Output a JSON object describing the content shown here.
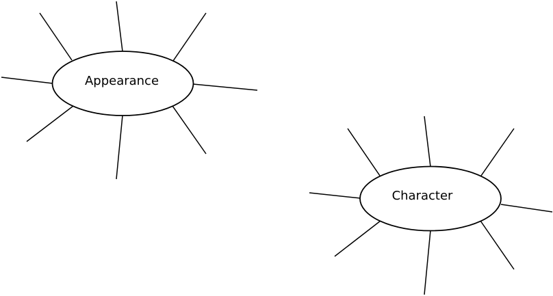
{
  "diagram": {
    "type": "spider-diagram",
    "clusters": [
      {
        "id": "appearance",
        "label": "Appearance",
        "spoke_count": 8
      },
      {
        "id": "character",
        "label": "Character",
        "spoke_count": 8
      }
    ]
  }
}
